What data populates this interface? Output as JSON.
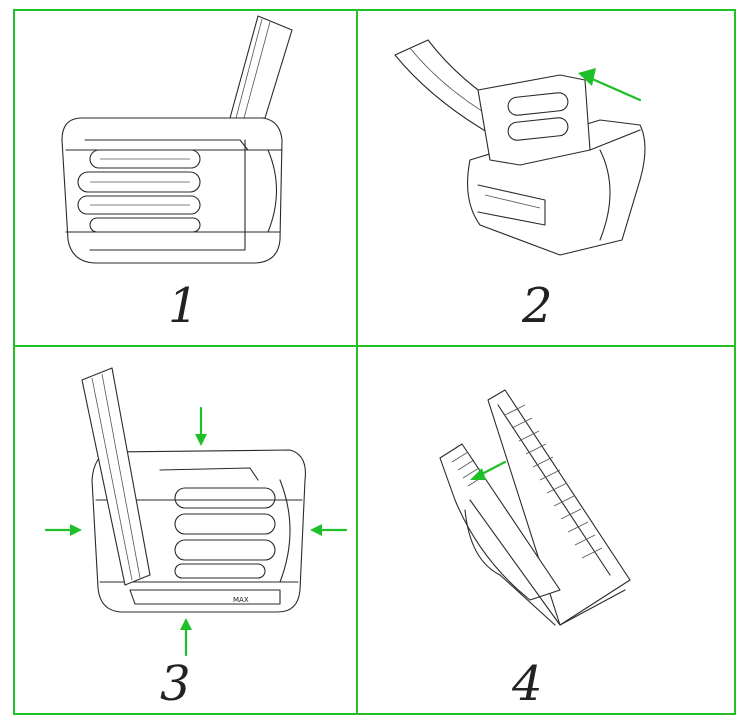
{
  "panels": [
    {
      "step": "1"
    },
    {
      "step": "2"
    },
    {
      "step": "3"
    },
    {
      "step": "4"
    }
  ],
  "colors": {
    "frame": "#22c022",
    "arrow": "#1fbf2a",
    "line": "#2a2a2a"
  },
  "pedal_marking": "MAX"
}
